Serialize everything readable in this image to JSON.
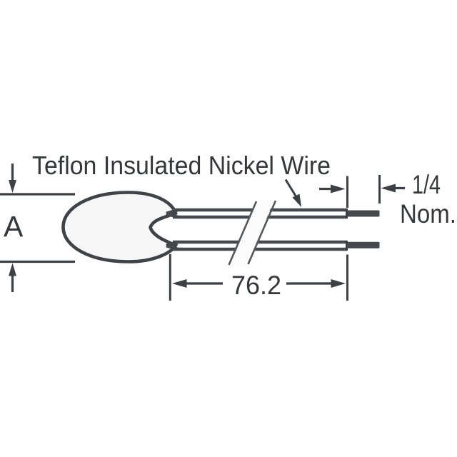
{
  "diagram": {
    "title_label": "Teflon Insulated Nickel Wire",
    "dimensions": {
      "bead_height_label": "A",
      "lead_length_value": "76.2",
      "tip_length_value": "1/4",
      "tip_length_qualifier": "Nom."
    },
    "colors": {
      "ink": "#34373c",
      "line": "#3c3f44",
      "wire": "#45484c",
      "bead_fill": "#f6f6f7",
      "break_fill": "#fbfbfc",
      "background": "#ffffff"
    }
  }
}
